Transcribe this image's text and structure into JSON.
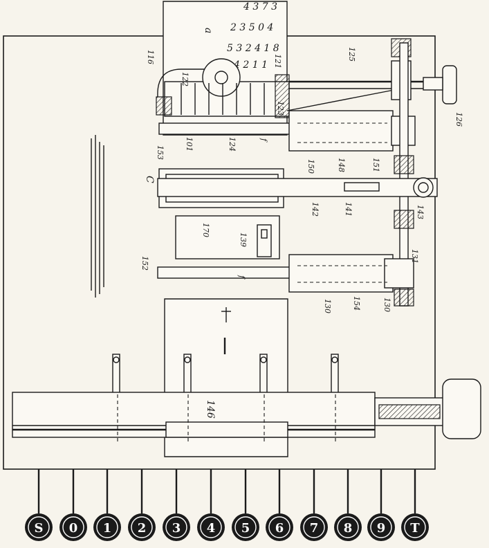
{
  "figure": {
    "sheet_label": "a",
    "digit_rows": [
      "4 3 7 3",
      "2 3 5 0 4",
      "5 3 2 4 1 8",
      "4 2 1 1"
    ],
    "reference_numbers": {
      "r116": "116",
      "r121": "121",
      "r122": "122",
      "r123": "123",
      "r124": "124",
      "r125": "125",
      "r126": "126",
      "r153": "153",
      "r150a": "150",
      "r148": "148",
      "r151a": "151",
      "r142": "142",
      "r141": "141",
      "r143": "143",
      "r170": "170",
      "r139": "139",
      "r131": "131",
      "r152": "152",
      "r130a": "130",
      "r154": "154",
      "r130b": "130",
      "r146": "146",
      "r101": "101"
    },
    "letters": {
      "c": "C",
      "f1": "f",
      "f2": "f"
    },
    "keys": [
      "S",
      "0",
      "1",
      "2",
      "3",
      "4",
      "5",
      "6",
      "7",
      "8",
      "9",
      "T"
    ]
  }
}
